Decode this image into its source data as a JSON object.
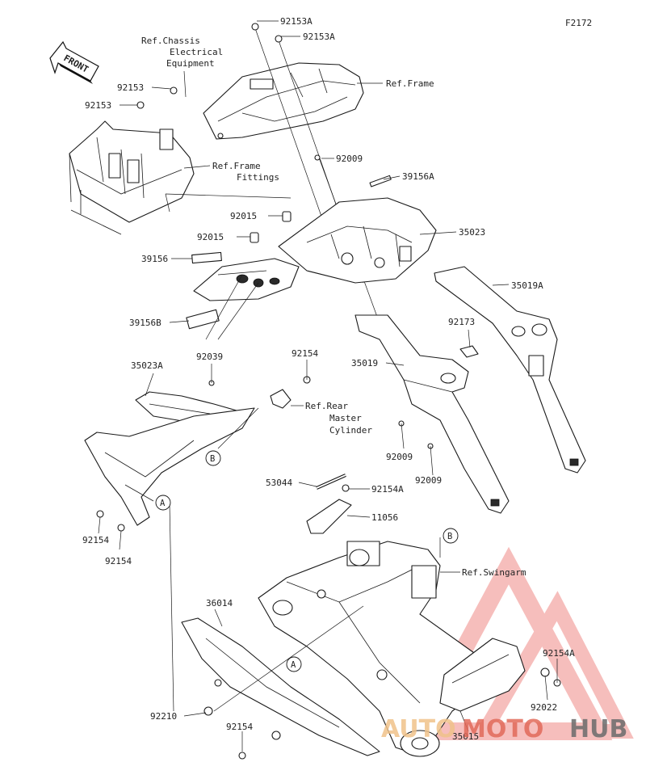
{
  "diagram": {
    "code": "F2172",
    "front_label": "FRONT",
    "refs": {
      "chassis_electrical": [
        "Ref.Chassis",
        "Electrical",
        "Equipment"
      ],
      "frame": "Ref.Frame",
      "frame_fittings": [
        "Ref.Frame",
        "Fittings"
      ],
      "rear_master": [
        "Ref.Rear",
        "Master",
        "Cylinder"
      ],
      "swingarm": "Ref.Swingarm"
    },
    "parts": {
      "p92153A_1": "92153A",
      "p92153A_2": "92153A",
      "p92153_1": "92153",
      "p92153_2": "92153",
      "p92009_1": "92009",
      "p39156A": "39156A",
      "p92015_1": "92015",
      "p92015_2": "92015",
      "p35023": "35023",
      "p39156": "39156",
      "p35019A": "35019A",
      "p39156B": "39156B",
      "p92173": "92173",
      "p92039": "92039",
      "p92154_1": "92154",
      "p35019": "35019",
      "p35023A": "35023A",
      "p92009_2": "92009",
      "p92009_3": "92009",
      "p53044": "53044",
      "p92154A_1": "92154A",
      "p11056": "11056",
      "p92154_2": "92154",
      "p92154_3": "92154",
      "p36014": "36014",
      "p92154A_2": "92154A",
      "p92022": "92022",
      "p92210": "92210",
      "p92154_4": "92154",
      "p35015": "35015"
    },
    "callouts": {
      "a": "A",
      "b": "B"
    }
  },
  "watermark": {
    "part1": "AUTO",
    "part2": "MOTO",
    "part3": "HUB",
    "colors": {
      "auto": "#f0c28a",
      "moto": "#e26a5a",
      "hub": "#6b6b6b",
      "triangle": "#f08a86"
    }
  }
}
